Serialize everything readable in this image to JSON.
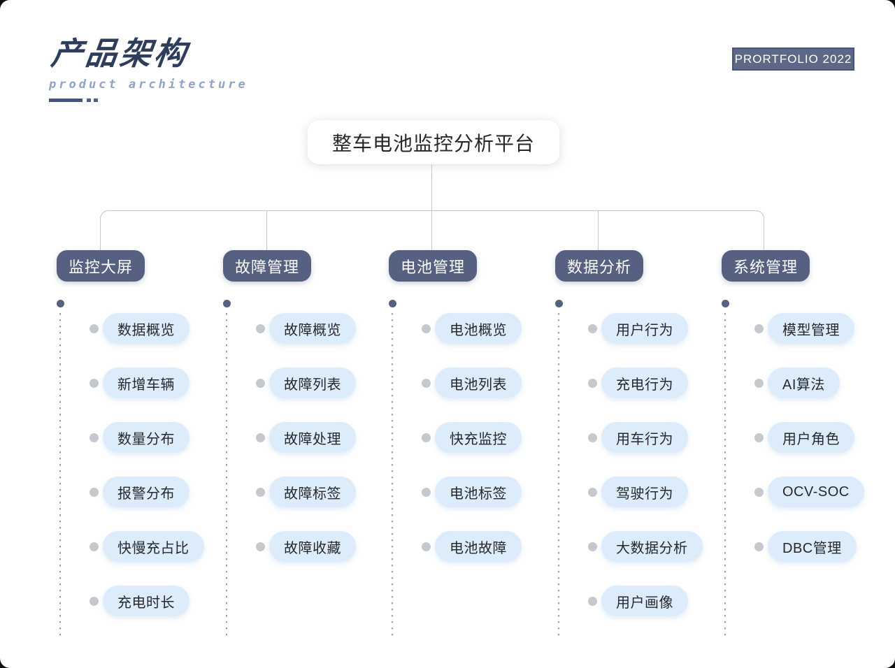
{
  "header": {
    "title": "产品架构",
    "subtitle": "product  architecture",
    "badge": "PRORTFOLIO 2022"
  },
  "colors": {
    "branch_header_bg": "#566080",
    "item_pill_bg": "#ddecfb",
    "badge_bg": "#5c6885",
    "badge_border": "#49547a",
    "title_color": "#2f3d5d",
    "subtitle_color": "#8fa3c3",
    "connector_line": "#c6c6c8",
    "item_text": "#26282c"
  },
  "tree": {
    "root_label": "整车电池监控分析平台",
    "branches": [
      {
        "label": "监控大屏",
        "items": [
          "数据概览",
          "新增车辆",
          "数量分布",
          "报警分布",
          "快慢充占比",
          "充电时长"
        ]
      },
      {
        "label": "故障管理",
        "items": [
          "故障概览",
          "故障列表",
          "故障处理",
          "故障标签",
          "故障收藏"
        ]
      },
      {
        "label": "电池管理",
        "items": [
          "电池概览",
          "电池列表",
          "快充监控",
          "电池标签",
          "电池故障"
        ]
      },
      {
        "label": "数据分析",
        "items": [
          "用户行为",
          "充电行为",
          "用车行为",
          "驾驶行为",
          "大数据分析",
          "用户画像"
        ]
      },
      {
        "label": "系统管理",
        "items": [
          "模型管理",
          "AI算法",
          "用户角色",
          "OCV-SOC",
          "DBC管理"
        ]
      }
    ]
  }
}
